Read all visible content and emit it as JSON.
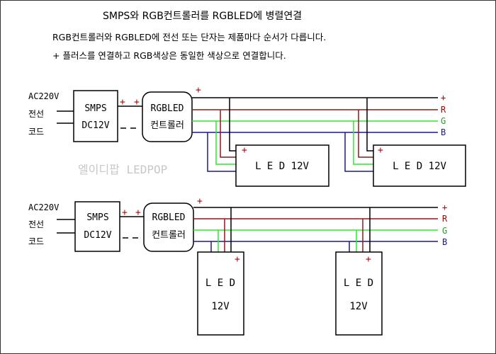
{
  "header": {
    "title": "SMPS와 RGB컨트롤러를 RGBLED에 병렬연결",
    "note_1": "RGB컨트롤러와 RGBLED에 전선 또는 단자는 제품마다 순서가 다릅니다.",
    "note_2": "+ 플러스를 연결하고 RGB색상은 동일한 색상으로 연결합니다."
  },
  "watermark": "엘이디팝 LEDPOP",
  "diagram_1": {
    "ac_label": "AC220V",
    "cord_label_1": "전선",
    "cord_label_2": "코드",
    "smps_label_1": "SMPS",
    "smps_label_2": "DC12V",
    "controller_label_1": "RGBLED",
    "controller_label_2": "컨트롤러",
    "plus": "+",
    "minus": "−",
    "bus_labels": [
      "+",
      "R",
      "G",
      "B"
    ],
    "led_label": "L E D 12V"
  },
  "diagram_2": {
    "ac_label": "AC220V",
    "cord_label_1": "전선",
    "cord_label_2": "코드",
    "smps_label_1": "SMPS",
    "smps_label_2": "DC12V",
    "controller_label_1": "RGBLED",
    "controller_label_2": "컨트롤러",
    "plus": "+",
    "minus": "−",
    "bus_labels": [
      "+",
      "R",
      "G",
      "B"
    ],
    "led_label_1": "L E D",
    "led_label_2": "12V"
  },
  "colors": {
    "wire_plus": "#000000",
    "wire_red": "#8b1a1a",
    "wire_green": "#2ee82e",
    "wire_blue": "#1a1a8b",
    "plus_mark": "#b00000"
  }
}
